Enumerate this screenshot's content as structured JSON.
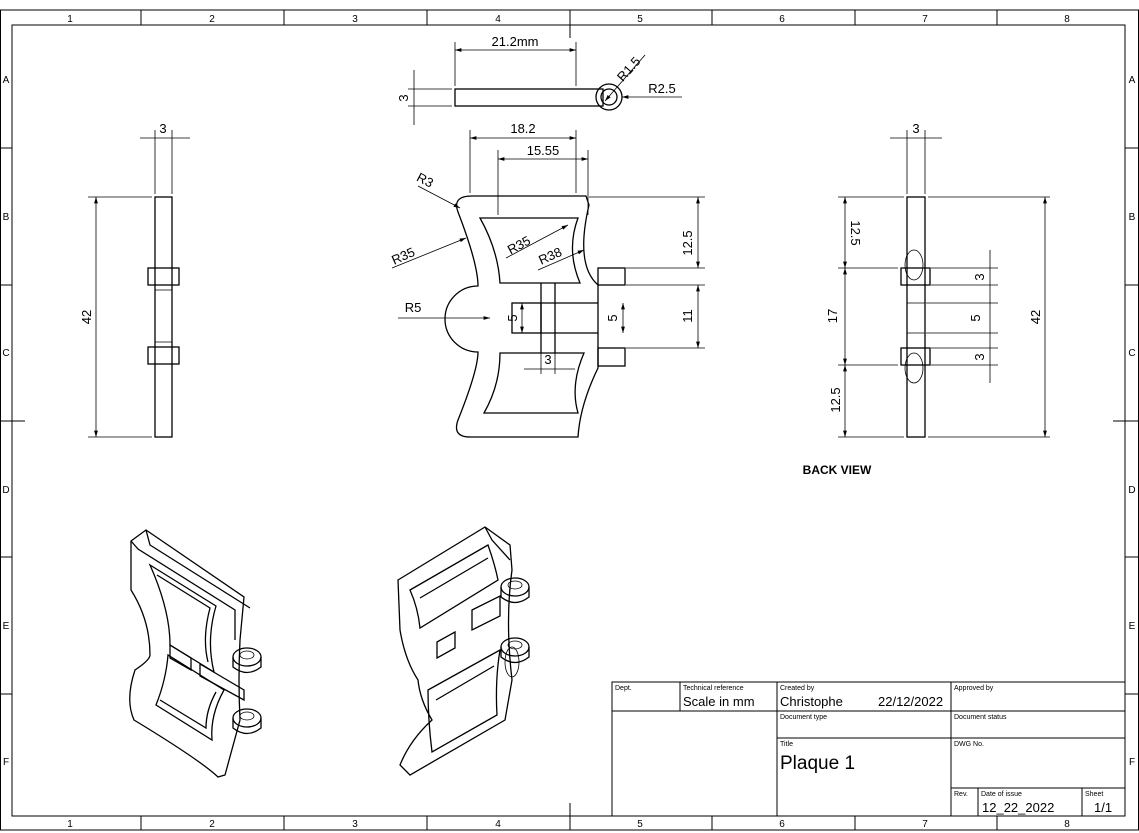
{
  "border": {
    "columns": [
      "1",
      "2",
      "3",
      "4",
      "5",
      "6",
      "7",
      "8"
    ],
    "rows": [
      "A",
      "B",
      "C",
      "D",
      "E",
      "F"
    ]
  },
  "top_view": {
    "dims": {
      "length": "21.2mm",
      "height": "3",
      "r_inner": "R1.5",
      "r_outer": "R2.5"
    }
  },
  "front_view": {
    "dims": {
      "width_outer": "18.2",
      "width_inner": "15.55",
      "r3": "R3",
      "r35_outer": "R35",
      "r35_inner": "R35",
      "r38": "R38",
      "r5": "R5",
      "slot_left": "5",
      "slot_right": "5",
      "slot_width": "3",
      "h_top": "12.5",
      "h_mid": "11"
    }
  },
  "side_view": {
    "dims": {
      "thickness": "3",
      "height": "42"
    }
  },
  "back_view": {
    "label": "BACK VIEW",
    "dims": {
      "thickness": "3",
      "top": "12.5",
      "middle": "17",
      "bottom": "12.5",
      "tab_top": "3",
      "gap": "5",
      "tab_bottom": "3",
      "overall": "42"
    }
  },
  "title_block": {
    "dept_label": "Dept.",
    "tech_ref_label": "Technical reference",
    "tech_ref_value": "Scale in mm",
    "created_by_label": "Created by",
    "created_by_value": "Christophe",
    "created_date": "22/12/2022",
    "approved_by_label": "Approved by",
    "doc_type_label": "Document type",
    "doc_status_label": "Document status",
    "title_label": "Title",
    "title_value": "Plaque 1",
    "dwg_no_label": "DWG No.",
    "rev_label": "Rev.",
    "date_issue_label": "Date of issue",
    "date_issue_value": "12_22_2022",
    "sheet_label": "Sheet",
    "sheet_value": "1/1"
  }
}
